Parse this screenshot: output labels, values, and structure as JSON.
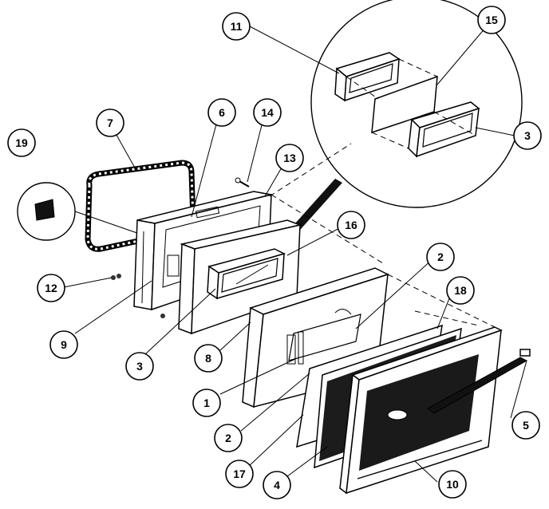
{
  "diagram": {
    "callouts": [
      {
        "label": "1"
      },
      {
        "label": "2"
      },
      {
        "label": "2"
      },
      {
        "label": "3"
      },
      {
        "label": "3"
      },
      {
        "label": "4"
      },
      {
        "label": "5"
      },
      {
        "label": "6"
      },
      {
        "label": "7"
      },
      {
        "label": "8"
      },
      {
        "label": "9"
      },
      {
        "label": "10"
      },
      {
        "label": "11"
      },
      {
        "label": "12"
      },
      {
        "label": "13"
      },
      {
        "label": "14"
      },
      {
        "label": "15"
      },
      {
        "label": "16"
      },
      {
        "label": "17"
      },
      {
        "label": "18"
      },
      {
        "label": "19"
      }
    ]
  }
}
